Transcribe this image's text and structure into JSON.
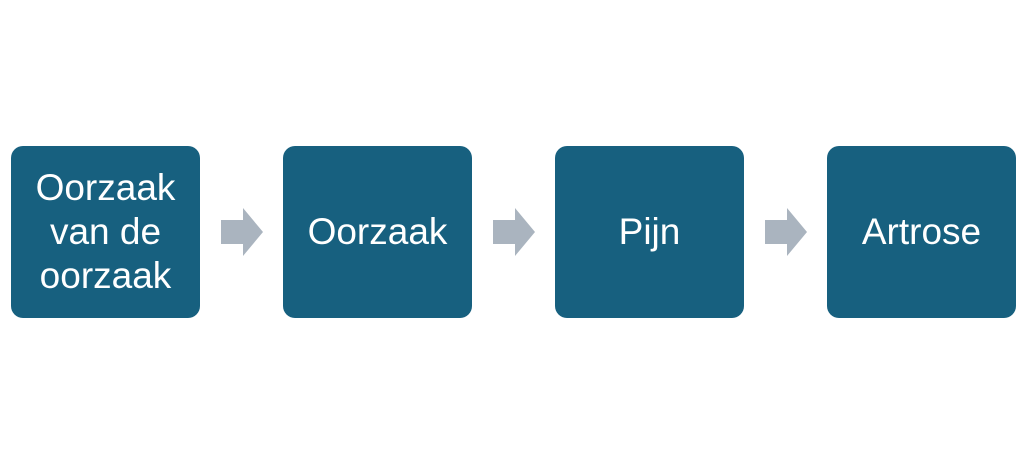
{
  "diagram": {
    "type": "process-flow",
    "steps": [
      {
        "label": "Oorzaak\nvan de\noorzaak"
      },
      {
        "label": "Oorzaak"
      },
      {
        "label": "Pijn"
      },
      {
        "label": "Artrose"
      }
    ],
    "colors": {
      "box_fill": "#17607f",
      "box_text": "#ffffff",
      "arrow_fill": "#aab4bf",
      "background": "#ffffff"
    },
    "connector_icon": "right-arrow-icon"
  }
}
